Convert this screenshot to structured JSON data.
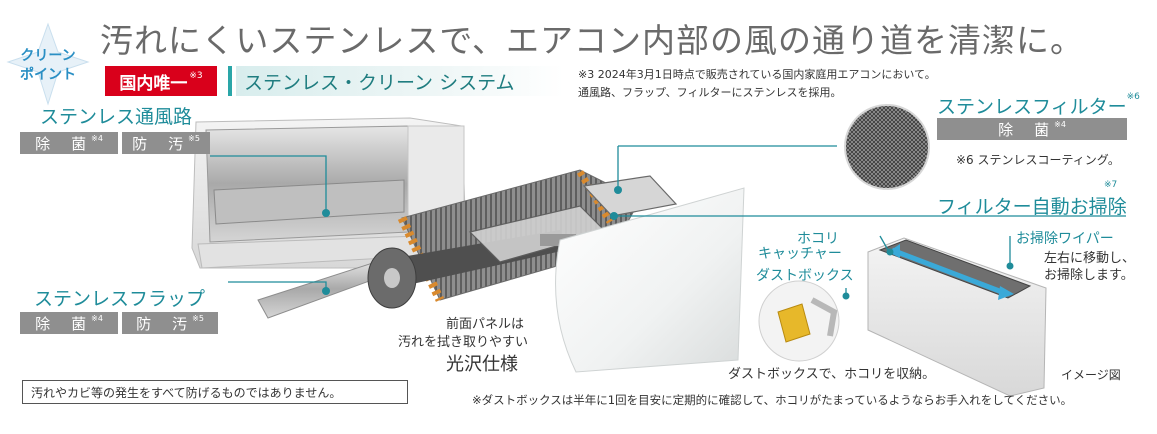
{
  "badge": {
    "line1": "クリーン",
    "line2": "ポイント"
  },
  "headline": "汚れにくいステンレスで、エアコン内部の風の通り道を清潔に。",
  "tag_unique": {
    "label": "国内唯一",
    "note": "※3"
  },
  "system_name": "ステンレス・クリーン システム",
  "note3": {
    "line1": "※3 2024年3月1日時点で販売されている国内家庭用エアコンにおいて。",
    "line2": "通風路、フラップ、フィルターにステンレスを採用。"
  },
  "airway": {
    "title": "ステンレス通風路",
    "tags": [
      {
        "label": "除　菌",
        "note": "※4"
      },
      {
        "label": "防　汚",
        "note": "※5"
      }
    ]
  },
  "flap": {
    "title": "ステンレスフラップ",
    "tags": [
      {
        "label": "除　菌",
        "note": "※4"
      },
      {
        "label": "防　汚",
        "note": "※5"
      }
    ]
  },
  "filter": {
    "title": "ステンレスフィルター",
    "note": "※6",
    "tag": {
      "label": "除　菌",
      "note": "※4"
    },
    "footnote": "※6 ステンレスコーティング。"
  },
  "auto_clean": {
    "title": "フィルター自動お掃除",
    "note": "※7"
  },
  "front_panel": {
    "line1": "前面パネルは",
    "line2": "汚れを拭き取りやすい",
    "line3": "光沢仕様"
  },
  "dust_catcher": {
    "line1": "ホコリ",
    "line2": "キャッチャー"
  },
  "dust_box": "ダストボックス",
  "wiper": {
    "title": "お掃除ワイパー",
    "line1": "左右に移動し、",
    "line2": "お掃除します。"
  },
  "dust_caption": "ダストボックスで、ホコリを収納。",
  "image_note": "イメージ図",
  "disclaimer": "汚れやカビ等の発生をすべて防げるものではありません。",
  "bottom_note": "※ダストボックスは半年に1回を目安に定期的に確認して、ホコリがたまっているようならお手入れをしてください。",
  "colors": {
    "teal": "#1f8c9a",
    "red": "#d9001b",
    "grey_tag": "#8f8f8f",
    "headline": "#6a6a6a"
  }
}
